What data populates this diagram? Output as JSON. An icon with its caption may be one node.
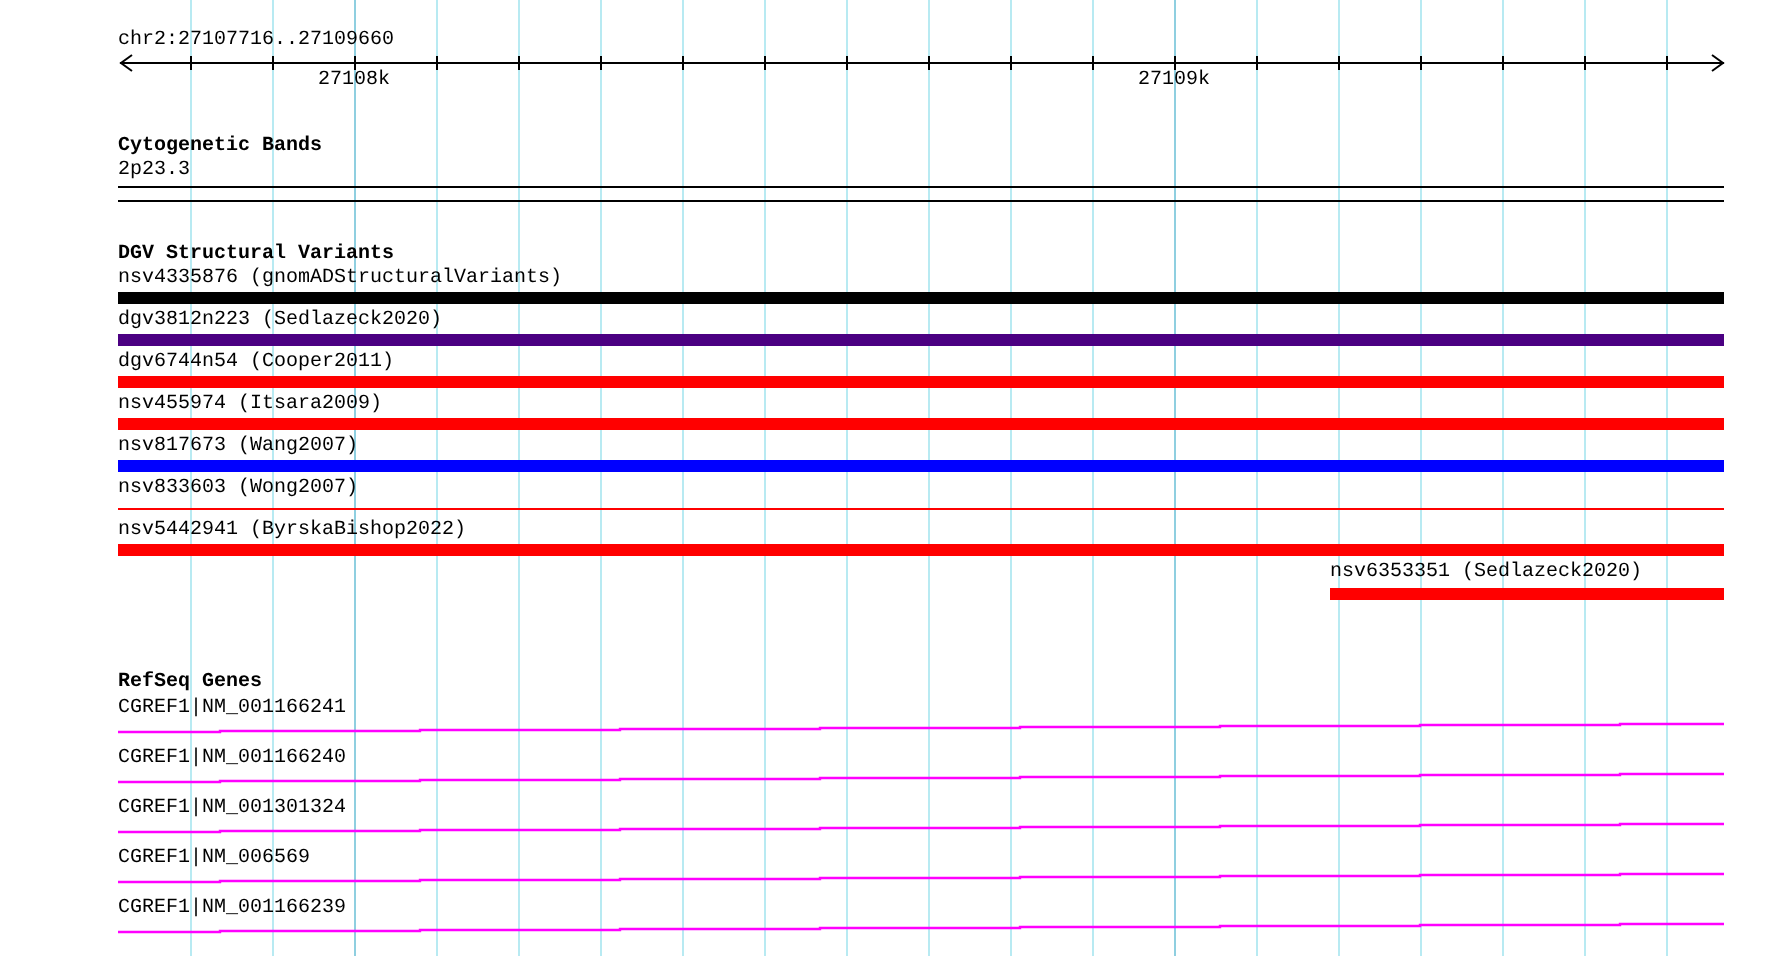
{
  "diagram": {
    "labels": [
      "chr2:27107716..27109660",
      "27108k",
      "27109k",
      "Cytogenetic Bands",
      "2p23.3",
      "DGV Structural Variants",
      "nsv4335876 (gnomADStructuralVariants)",
      "dgv3812n223 (Sedlazeck2020)",
      "dgv6744n54 (Cooper2011)",
      "nsv455974 (Itsara2009)",
      "nsv817673 (Wang2007)",
      "nsv833603 (Wong2007)",
      "nsv5442941 (ByrskaBishop2022)",
      "nsv6353351 (Sedlazeck2020)",
      "RefSeq Genes",
      "CGREF1|NM_001166241",
      "CGREF1|NM_001166240",
      "CGREF1|NM_001301324",
      "CGREF1|NM_006569",
      "CGREF1|NM_001166239"
    ]
  }
}
